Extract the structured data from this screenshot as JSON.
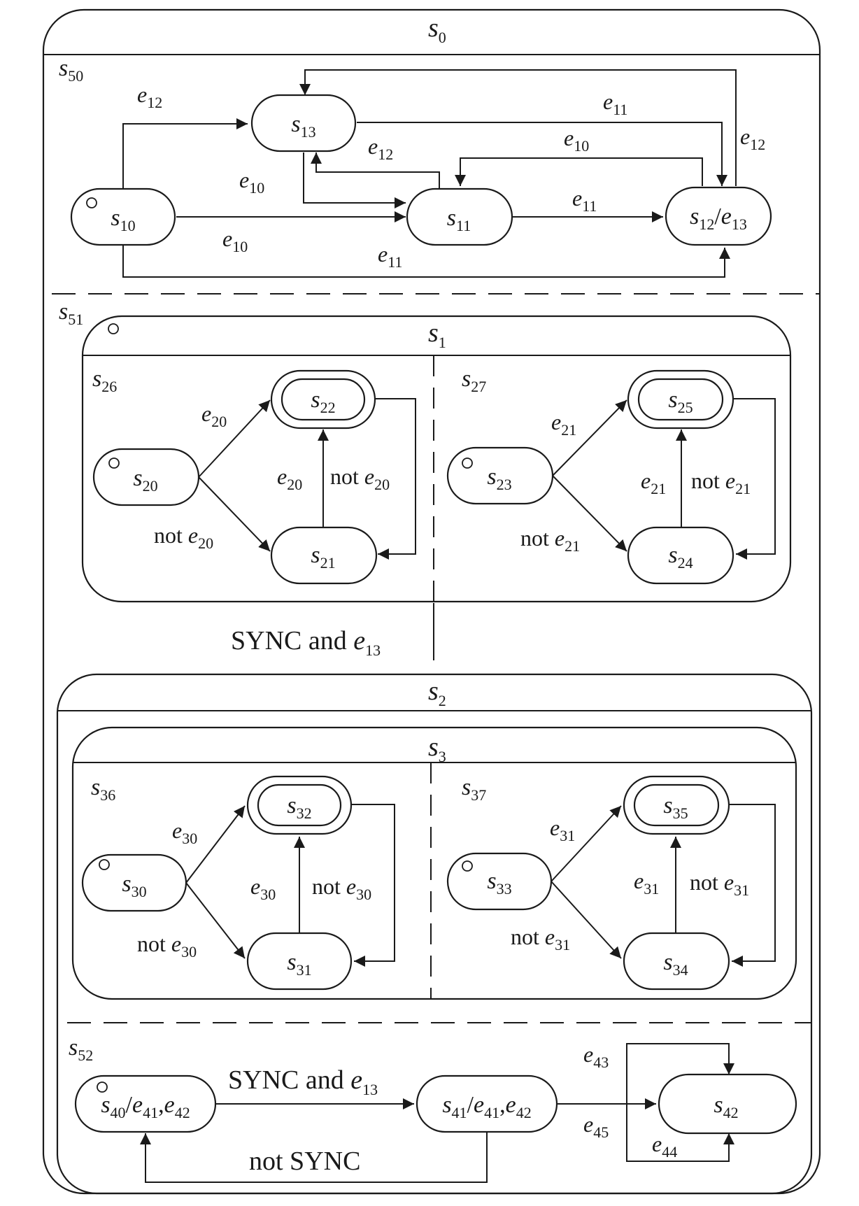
{
  "labels": {
    "s0": {
      "base": "s",
      "sub": "0"
    },
    "s50": {
      "base": "s",
      "sub": "50"
    },
    "s51": {
      "base": "s",
      "sub": "51"
    },
    "s52": {
      "base": "s",
      "sub": "52"
    },
    "s1": {
      "base": "s",
      "sub": "1"
    },
    "s2": {
      "base": "s",
      "sub": "2"
    },
    "s3": {
      "base": "s",
      "sub": "3"
    },
    "s26": {
      "base": "s",
      "sub": "26"
    },
    "s27": {
      "base": "s",
      "sub": "27"
    },
    "s36": {
      "base": "s",
      "sub": "36"
    },
    "s37": {
      "base": "s",
      "sub": "37"
    }
  },
  "states": {
    "s10": {
      "base": "s",
      "sub": "10"
    },
    "s11": {
      "base": "s",
      "sub": "11"
    },
    "s12": {
      "base": "s",
      "sub": "12",
      "slash": "/",
      "ebase": "e",
      "esub": "13"
    },
    "s13": {
      "base": "s",
      "sub": "13"
    },
    "s20": {
      "base": "s",
      "sub": "20"
    },
    "s21": {
      "base": "s",
      "sub": "21"
    },
    "s22": {
      "base": "s",
      "sub": "22"
    },
    "s23": {
      "base": "s",
      "sub": "23"
    },
    "s24": {
      "base": "s",
      "sub": "24"
    },
    "s25": {
      "base": "s",
      "sub": "25"
    },
    "s30": {
      "base": "s",
      "sub": "30"
    },
    "s31": {
      "base": "s",
      "sub": "31"
    },
    "s32": {
      "base": "s",
      "sub": "32"
    },
    "s33": {
      "base": "s",
      "sub": "33"
    },
    "s34": {
      "base": "s",
      "sub": "34"
    },
    "s35": {
      "base": "s",
      "sub": "35"
    },
    "s40": {
      "base": "s",
      "sub": "40",
      "slash": "/",
      "e1": "e",
      "e1sub": "41",
      "comma": ",",
      "e2": "e",
      "e2sub": "42"
    },
    "s41": {
      "base": "s",
      "sub": "41",
      "slash": "/",
      "e1": "e",
      "e1sub": "41",
      "comma": ",",
      "e2": "e",
      "e2sub": "42"
    },
    "s42": {
      "base": "s",
      "sub": "42"
    }
  },
  "events": {
    "e10": {
      "base": "e",
      "sub": "10"
    },
    "e11": {
      "base": "e",
      "sub": "11"
    },
    "e12": {
      "base": "e",
      "sub": "12"
    },
    "e13": {
      "base": "e",
      "sub": "13"
    },
    "e20": {
      "base": "e",
      "sub": "20"
    },
    "e21": {
      "base": "e",
      "sub": "21"
    },
    "e30": {
      "base": "e",
      "sub": "30"
    },
    "e31": {
      "base": "e",
      "sub": "31"
    },
    "e43": {
      "base": "e",
      "sub": "43"
    },
    "e44": {
      "base": "e",
      "sub": "44"
    },
    "e45": {
      "base": "e",
      "sub": "45"
    }
  },
  "words": {
    "not": "not",
    "sync_and": "SYNC and",
    "not_sync": "not SYNC"
  }
}
